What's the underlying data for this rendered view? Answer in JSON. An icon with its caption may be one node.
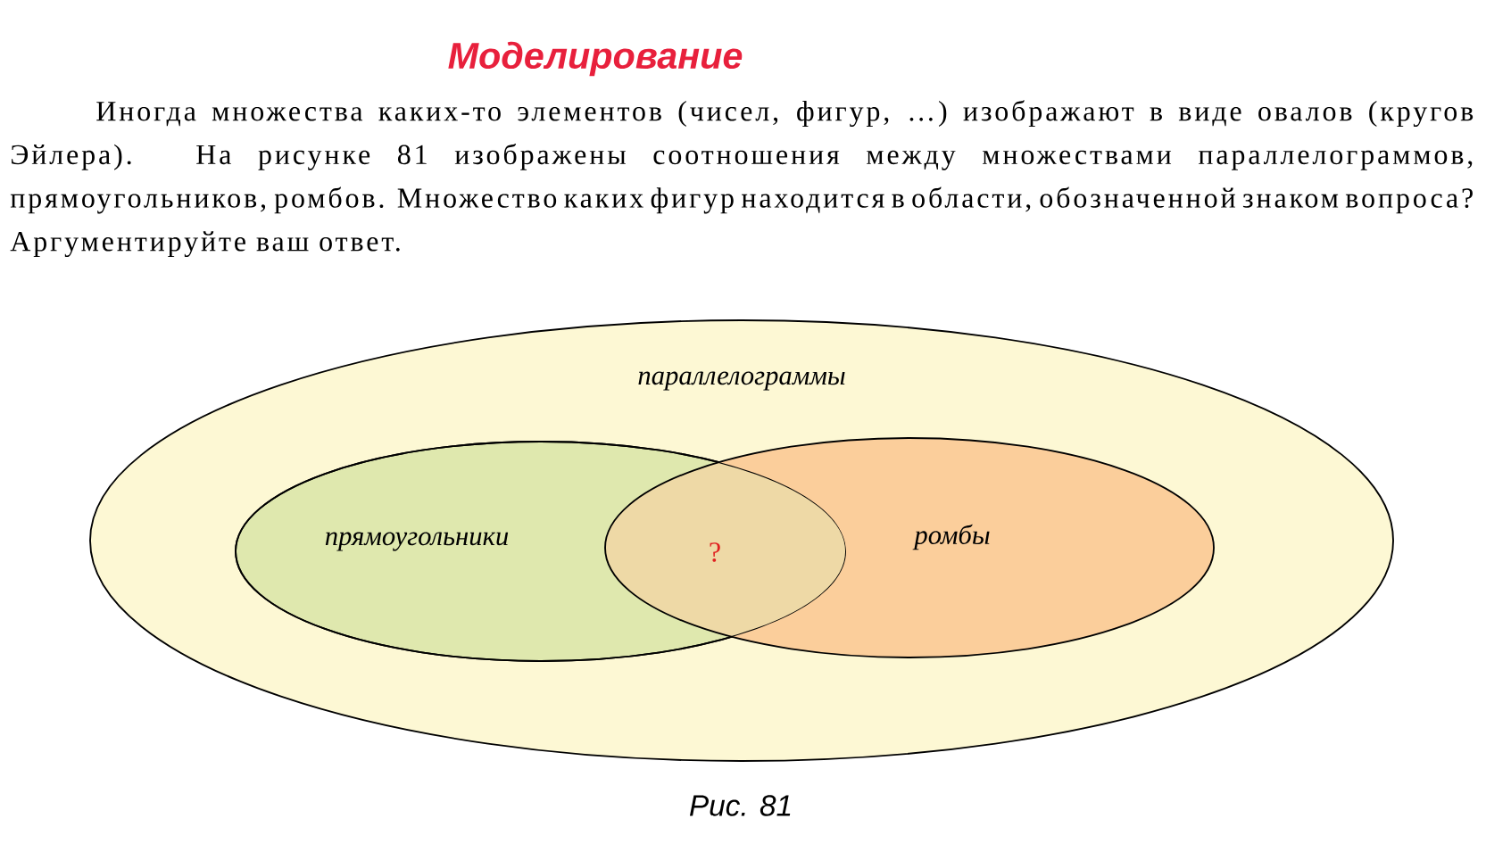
{
  "diagram": {
    "title": "Моделирование",
    "caption": "Рис. 81",
    "nodes": [
      {
        "text": [
          "параллелограммы"
        ]
      },
      {
        "text": [
          "прямоугольники"
        ],
        "in": 0
      },
      {
        "text": [
          "ромбы"
        ],
        "in": 0
      }
    ],
    "labels": [
      "Иногда множества каких-то элементов (чисел, фигур, …) изображают в виде овалов (кругов Эйлера). На рисунке 81 изображены соотношения между множествами параллелограммов, прямоугольников, ромбов. Множество каких фигур находится в области, обозначенной знаком вопроса? Аргументируйте ваш ответ.",
      "?"
    ]
  }
}
